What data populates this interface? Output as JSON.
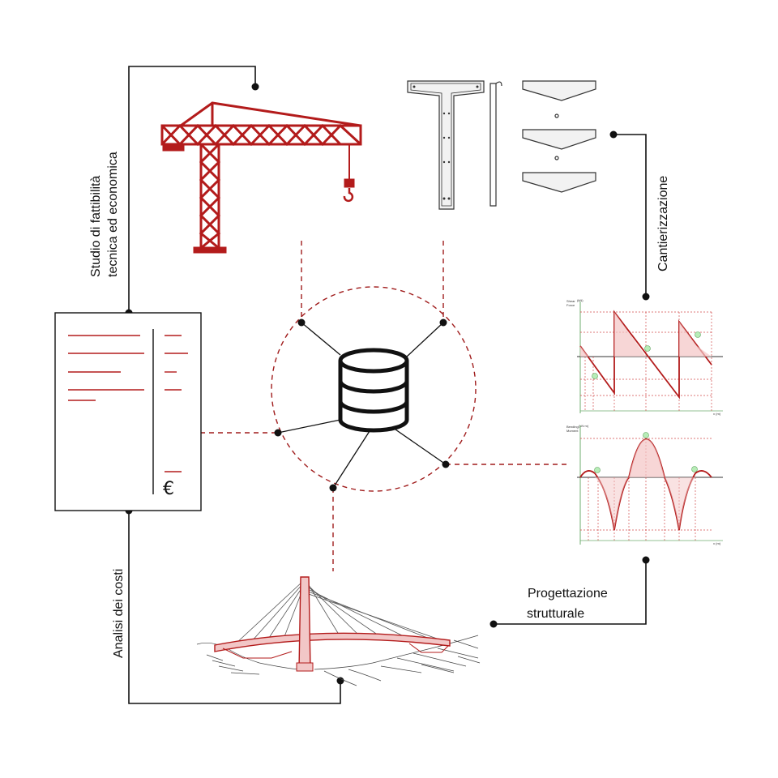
{
  "diagram": {
    "center": {
      "icon": "database-icon"
    },
    "labels": {
      "feasibility_line1": "Studio di fattibilità",
      "feasibility_line2": "tecnica ed economica",
      "construction_site": "Cantierizzazione",
      "cost_analysis": "Analisi dei costi",
      "structural_line1": "Progettazione",
      "structural_line2": "strutturale"
    },
    "document": {
      "currency_symbol": "€"
    },
    "chart_labels": {
      "shear_y_1": "Shear",
      "shear_y_2": "Force",
      "shear_unit": "(kN)",
      "moment_y_1": "Bending",
      "moment_y_2": "Moment",
      "moment_unit": "(kN·m)",
      "x_axis": "x (m)"
    },
    "colors": {
      "accent_red": "#b31b1b",
      "line_black": "#111111",
      "dash_red": "#a01c1c",
      "grid_green": "#6fae6f"
    }
  }
}
